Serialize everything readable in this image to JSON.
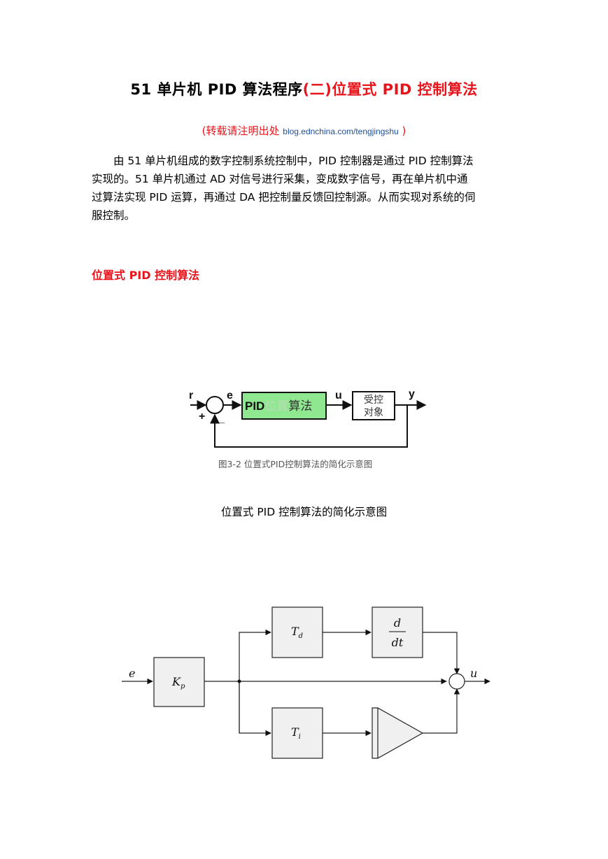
{
  "title": {
    "black": "51 单片机 PID 算法程序",
    "red": "(二)位置式 PID 控制算法"
  },
  "subtitle": {
    "open": "(转载请注明出处 ",
    "url": "blog.ednchina.com/tengjingshu",
    "close": " )"
  },
  "paragraph": {
    "lines": [
      "由 51 单片机组成的数字控制系统控制中，PID 控制器是通过 PID 控制算法",
      "实现的。51 单片机通过 AD 对信号进行采集，变成数字信号，再在单片机中通",
      "过算法实现 PID 运算，再通过 DA 把控制量反馈回控制源。从而实现对系统的伺",
      "服控制。"
    ]
  },
  "section_heading": "位置式 PID 控制算法",
  "figure1": {
    "labels": {
      "r": "r",
      "e": "e",
      "u": "u",
      "y": "y",
      "plus": "+",
      "minus": "_"
    },
    "pid_block": {
      "bold": "PID",
      "faded": "位置",
      "normal": "算法",
      "fill": "#8fe88f"
    },
    "plant_block": {
      "line1": "受控",
      "line2": "对象"
    },
    "inner_caption": "图3-2  位置式PID控制算法的简化示意图"
  },
  "figure1_caption": "位置式 PID 控制算法的简化示意图",
  "figure2": {
    "input": "e",
    "output": "u",
    "kp": {
      "main": "K",
      "sub": "p"
    },
    "td": {
      "main": "T",
      "sub": "d"
    },
    "ti": {
      "main": "T",
      "sub": "i"
    },
    "deriv": {
      "num": "d",
      "den": "dt"
    }
  }
}
